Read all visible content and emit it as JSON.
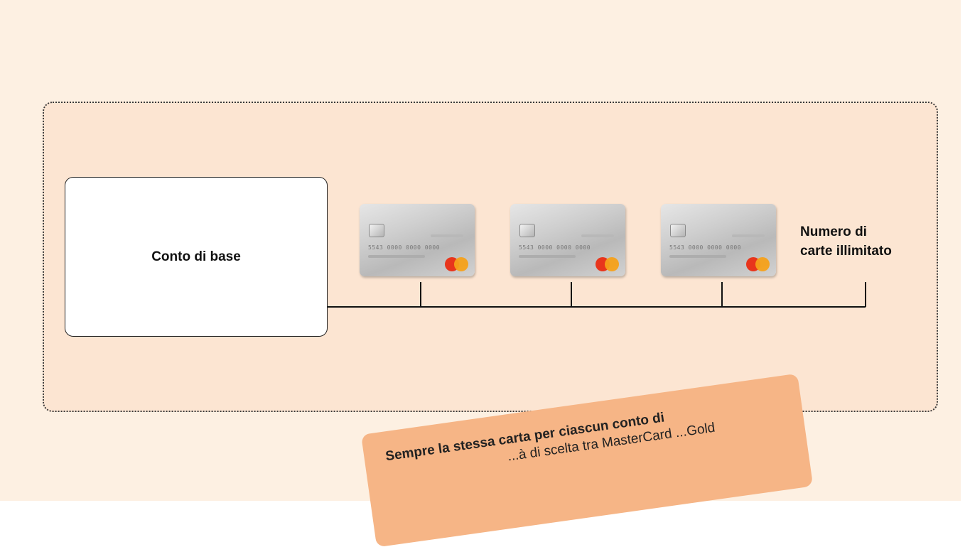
{
  "diagram": {
    "account_label": "Conto di base",
    "cards_label_line1": "Numero di",
    "cards_label_line2": "carte illimitato",
    "card_number": "5543 0000 0000 0000",
    "card_brand_icon": "mastercard-logo-icon",
    "card_count": 3
  },
  "note": {
    "line1": "Sempre la stessa carta per ciascun conto di",
    "line2": "...à di scelta tra MasterCard ...Gold"
  },
  "colors": {
    "page_background": "#fdf0e2",
    "frame_background": "#fce5d2",
    "note_background": "#f6b586",
    "line_color": "#111111"
  }
}
